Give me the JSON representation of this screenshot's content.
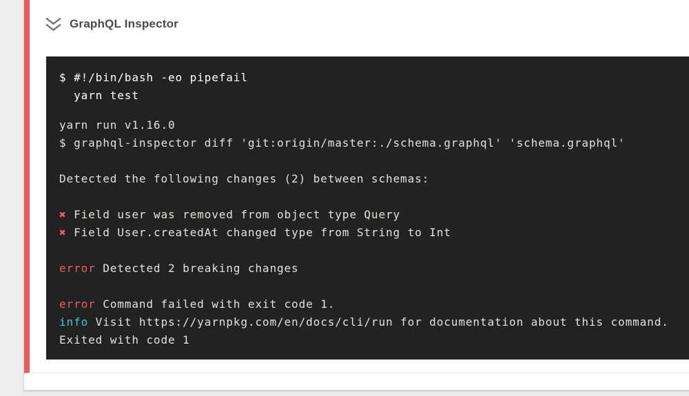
{
  "colors": {
    "page-bg": "#ededed",
    "card-bg": "#ffffff",
    "status-red": "#ec5b5b",
    "status-red-text": "#ef5c5e",
    "status-cyan": "#42c3d5",
    "terminal-bg": "#222222",
    "terminal-fg": "#e4e2de",
    "terminal-bold": "#ffffff"
  },
  "step": {
    "title": "GraphQL Inspector",
    "status": "failed",
    "icon": "double-chevron-down-icon"
  },
  "terminal": {
    "command_lines": [
      "$ #!/bin/bash -eo pipefail",
      "  yarn test"
    ],
    "output_lines": [
      [
        {
          "text": "yarn run v1.16.0"
        }
      ],
      [
        {
          "text": "$ graphql-inspector diff 'git:origin/master:./schema.graphql' 'schema.graphql'"
        }
      ],
      [],
      [
        {
          "text": "Detected the following changes (2) between schemas:"
        }
      ],
      [],
      [
        {
          "text": "✖",
          "color": "red"
        },
        {
          "text": " Field user was removed from object type Query"
        }
      ],
      [
        {
          "text": "✖",
          "color": "red"
        },
        {
          "text": " Field User.createdAt changed type from String to Int"
        }
      ],
      [],
      [
        {
          "text": "error",
          "color": "red"
        },
        {
          "text": " Detected 2 breaking changes"
        }
      ],
      [],
      [
        {
          "text": "error",
          "color": "red"
        },
        {
          "text": " Command failed with exit code 1."
        }
      ],
      [
        {
          "text": "info",
          "color": "cyan"
        },
        {
          "text": " Visit https://yarnpkg.com/en/docs/cli/run for documentation about this command."
        }
      ],
      [
        {
          "text": "Exited with code 1"
        }
      ]
    ]
  }
}
